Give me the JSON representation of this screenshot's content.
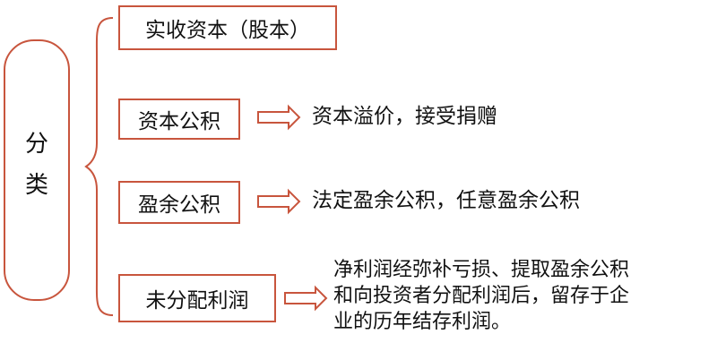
{
  "root": {
    "label": [
      "分",
      "类"
    ]
  },
  "categories": [
    {
      "name": "实收资本（股本）",
      "description": []
    },
    {
      "name": "资本公积",
      "description": [
        "资本溢价，接受捐赠"
      ]
    },
    {
      "name": "盈余公积",
      "description": [
        "法定盈余公积，任意盈余公积"
      ]
    },
    {
      "name": "未分配利润",
      "description": [
        "净利润经弥补亏损、提取盈余公积",
        "和向投资者分配利润后，留存于企",
        "业的历年结存利润。"
      ]
    }
  ],
  "colors": {
    "box_border": "#c8553d",
    "arrow": "#c8553d",
    "brace": "#c8553d",
    "text": "#111111"
  }
}
